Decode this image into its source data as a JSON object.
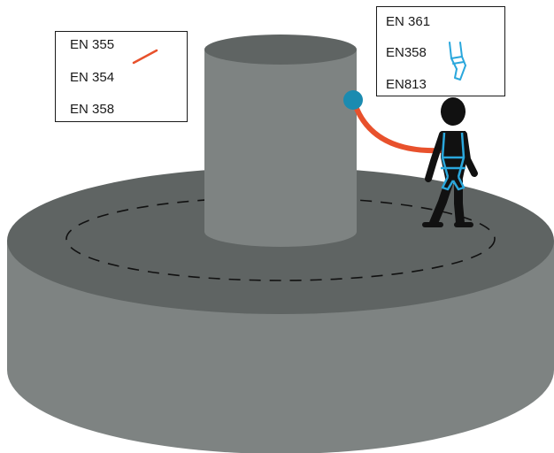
{
  "labels": {
    "left": {
      "items": [
        "EN 355",
        "EN 354",
        "EN 358"
      ],
      "lanyard_icon": "lanyard-line-icon"
    },
    "right": {
      "items": [
        "EN 361",
        "EN358",
        "EN813"
      ],
      "harness_icon": "harness-icon"
    }
  },
  "colors": {
    "background": "#ffffff",
    "platform_top": "#5f6463",
    "platform_side": "#7e8382",
    "column_top": "#5f6463",
    "column_side": "#7e8382",
    "path_dash": "#111111",
    "lanyard": "#e8512c",
    "anchor": "#1b8bb0",
    "harness": "#2aa7dc",
    "figure": "#111111",
    "box_border": "#1a1a1a",
    "text": "#1a1a1a"
  }
}
